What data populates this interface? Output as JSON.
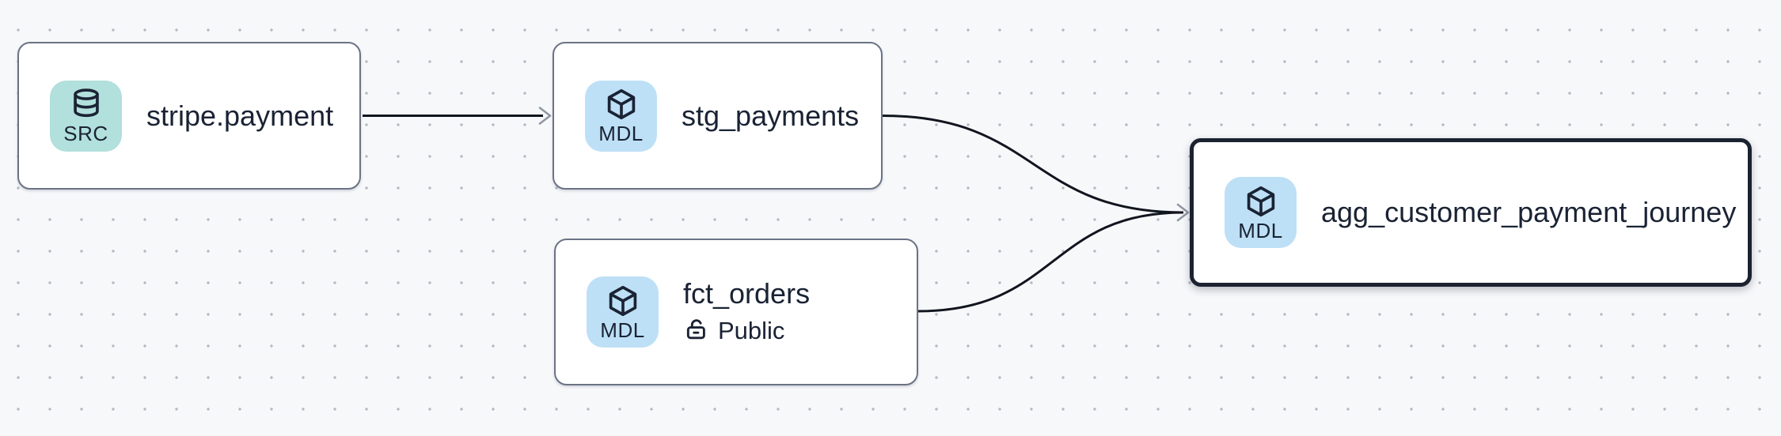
{
  "diagram": {
    "background_color": "#f7f8fa",
    "dot_color": "#b4b8c2",
    "edge_color": "#11151e",
    "arrowhead_color": "#9097a4",
    "selected_border_color": "#1b2230",
    "node_border_color": "#6b7384"
  },
  "nodes": [
    {
      "title": "stripe.payment",
      "badge": "SRC",
      "icon": "database-icon",
      "chip_color": "#b2e0dc",
      "selected": false
    },
    {
      "title": "stg_payments",
      "badge": "MDL",
      "icon": "cube-icon",
      "chip_color": "#bee0f6",
      "selected": false
    },
    {
      "title": "fct_orders",
      "badge": "MDL",
      "icon": "cube-icon",
      "chip_color": "#bee0f6",
      "access": "Public",
      "selected": false
    },
    {
      "title": "agg_customer_payment_journey",
      "badge": "MDL",
      "icon": "cube-icon",
      "chip_color": "#bee0f6",
      "selected": true
    }
  ],
  "edges": [
    {
      "from": "stripe.payment",
      "to": "stg_payments"
    },
    {
      "from": "stg_payments",
      "to": "agg_customer_payment_journey"
    },
    {
      "from": "fct_orders",
      "to": "agg_customer_payment_journey"
    }
  ]
}
